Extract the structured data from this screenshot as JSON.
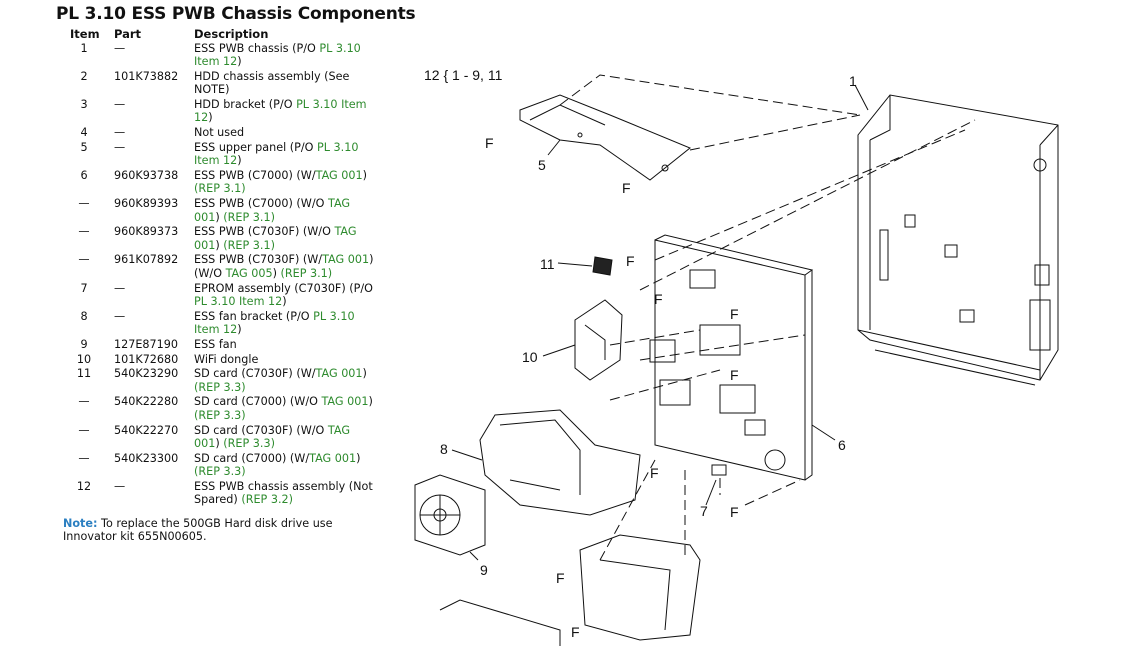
{
  "title": "PL 3.10 ESS PWB Chassis Components",
  "headers": {
    "item": "Item",
    "part": "Part",
    "description": "Description"
  },
  "rows": [
    {
      "item": "1",
      "part": "—",
      "desc": "ESS PWB chassis (P/O ",
      "link": "PL 3.10 Item 12",
      "after": ")"
    },
    {
      "item": "2",
      "part": "101K73882",
      "desc": "HDD chassis assembly (See NOTE)",
      "link": "",
      "after": ""
    },
    {
      "item": "3",
      "part": "—",
      "desc": "HDD bracket (P/O ",
      "link": "PL 3.10 Item 12",
      "after": ")"
    },
    {
      "item": "4",
      "part": "—",
      "desc": "Not used",
      "link": "",
      "after": ""
    },
    {
      "item": "5",
      "part": "—",
      "desc": "ESS upper panel (P/O ",
      "link": "PL 3.10 Item 12",
      "after": ")"
    },
    {
      "item": "6",
      "part": "960K93738",
      "desc": "ESS PWB (C7000) (W/",
      "link": "TAG 001",
      "after": ") ",
      "link2": "(REP 3.1)"
    },
    {
      "item": "—",
      "part": "960K89393",
      "desc": "ESS PWB (C7000) (W/O ",
      "link": "TAG 001",
      "after": ") ",
      "link2": "(REP 3.1)"
    },
    {
      "item": "—",
      "part": "960K89373",
      "desc": "ESS PWB (C7030F) (W/O ",
      "link": "TAG 001",
      "after": ") ",
      "link2": "(REP 3.1)"
    },
    {
      "item": "—",
      "part": "961K07892",
      "desc": "ESS PWB (C7030F) (W/",
      "link": "TAG 001",
      "after": ") (W/O ",
      "link2": "TAG 005",
      "after2": ") ",
      "link3": "(REP 3.1)"
    },
    {
      "item": "7",
      "part": "—",
      "desc": "EPROM assembly (C7030F) (P/O ",
      "link": "PL 3.10 Item 12",
      "after": ")"
    },
    {
      "item": "8",
      "part": "—",
      "desc": "ESS fan bracket (P/O ",
      "link": "PL 3.10 Item 12",
      "after": ")"
    },
    {
      "item": "9",
      "part": "127E87190",
      "desc": "ESS fan",
      "link": "",
      "after": ""
    },
    {
      "item": "10",
      "part": "101K72680",
      "desc": "WiFi dongle",
      "link": "",
      "after": ""
    },
    {
      "item": "11",
      "part": "540K23290",
      "desc": "SD card (C7030F) (W/",
      "link": "TAG 001",
      "after": ") ",
      "link2": "(REP 3.3)"
    },
    {
      "item": "—",
      "part": "540K22280",
      "desc": "SD card (C7000) (W/O ",
      "link": "TAG 001",
      "after": ") ",
      "link2": "(REP 3.3)"
    },
    {
      "item": "—",
      "part": "540K22270",
      "desc": "SD card (C7030F) (W/O ",
      "link": "TAG 001",
      "after": ") ",
      "link2": "(REP 3.3)"
    },
    {
      "item": "—",
      "part": "540K23300",
      "desc": "SD card (C7000) (W/",
      "link": "TAG 001",
      "after": ") ",
      "link2": "(REP 3.3)"
    },
    {
      "item": "12",
      "part": "—",
      "desc": "ESS PWB chassis assembly (Not Spared) ",
      "link": "(REP 3.2)",
      "after": ""
    }
  ],
  "note": {
    "label": "Note:",
    "text": " To replace the 500GB Hard disk drive use Innovator kit 655N00605."
  },
  "diagram": {
    "group_label": "12 { 1 - 9, 11",
    "callouts": [
      "1",
      "5",
      "11",
      "10",
      "8",
      "9",
      "7",
      "6"
    ],
    "fastener": "F"
  },
  "colors": {
    "link": "#2e8b2e",
    "note": "#2b7fc1",
    "line": "#111111"
  }
}
